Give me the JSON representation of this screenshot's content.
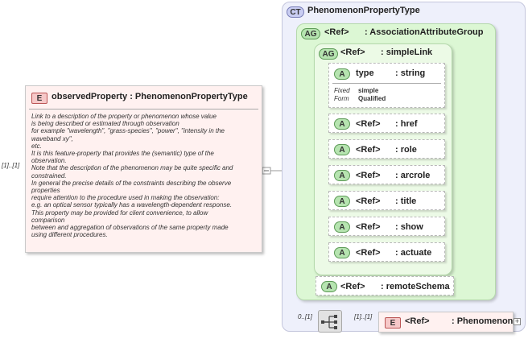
{
  "element": {
    "badge": "E",
    "title": "observedProperty : PhenomenonPropertyType",
    "multiplicity": "[1]..[1]",
    "documentation": [
      "Link to a description of the property or phenomenon whose value",
      "is being described or estimated through observation",
      "for example \"wavelength\", \"grass-species\", \"power\", \"intensity in the",
      "waveband xy\",",
      "etc.",
      "It is this feature-property that provides the (semantic) type of the",
      "observation.",
      "Note that the description of the phenomenon may be quite specific and",
      "constrained.",
      "In general the precise details of the constraints describing the observe",
      "properties",
      "require attention to the procedure used in making the observation:",
      "e.g. an optical sensor typically has a wavelength-dependent response.",
      "This property may be provided for client convenience, to allow",
      "comparison",
      "between and aggregation of observations of the same property made",
      "using different procedures."
    ]
  },
  "complex_type": {
    "badge": "CT",
    "title": "PhenomenonPropertyType"
  },
  "attribute_group": {
    "badge": "AG",
    "ref": "<Ref>",
    "type": ": AssociationAttributeGroup"
  },
  "simple_link": {
    "badge": "AG",
    "ref": "<Ref>",
    "type": ": simpleLink"
  },
  "type_attribute": {
    "badge": "A",
    "name": "type",
    "type": ": string",
    "fixed_label": "Fixed",
    "fixed_value": "simple",
    "form_label": "Form",
    "form_value": "Qualified"
  },
  "attributes": [
    {
      "badge": "A",
      "ref": "<Ref>",
      "type": ": href"
    },
    {
      "badge": "A",
      "ref": "<Ref>",
      "type": ": role"
    },
    {
      "badge": "A",
      "ref": "<Ref>",
      "type": ": arcrole"
    },
    {
      "badge": "A",
      "ref": "<Ref>",
      "type": ": title"
    },
    {
      "badge": "A",
      "ref": "<Ref>",
      "type": ": show"
    },
    {
      "badge": "A",
      "ref": "<Ref>",
      "type": ": actuate"
    }
  ],
  "remote_schema": {
    "badge": "A",
    "ref": "<Ref>",
    "type": ": remoteSchema"
  },
  "sequence": {
    "multiplicity": "0..[1]"
  },
  "phenomenon": {
    "badge": "E",
    "ref": "<Ref>",
    "type": ": Phenomenon",
    "multiplicity": "[1]..[1]"
  },
  "colors": {
    "element_fill": "#fff1f0",
    "complex_type_fill": "#eef0fb",
    "group_fill": "#dcf7d4",
    "connector": "#9a9a9a"
  }
}
